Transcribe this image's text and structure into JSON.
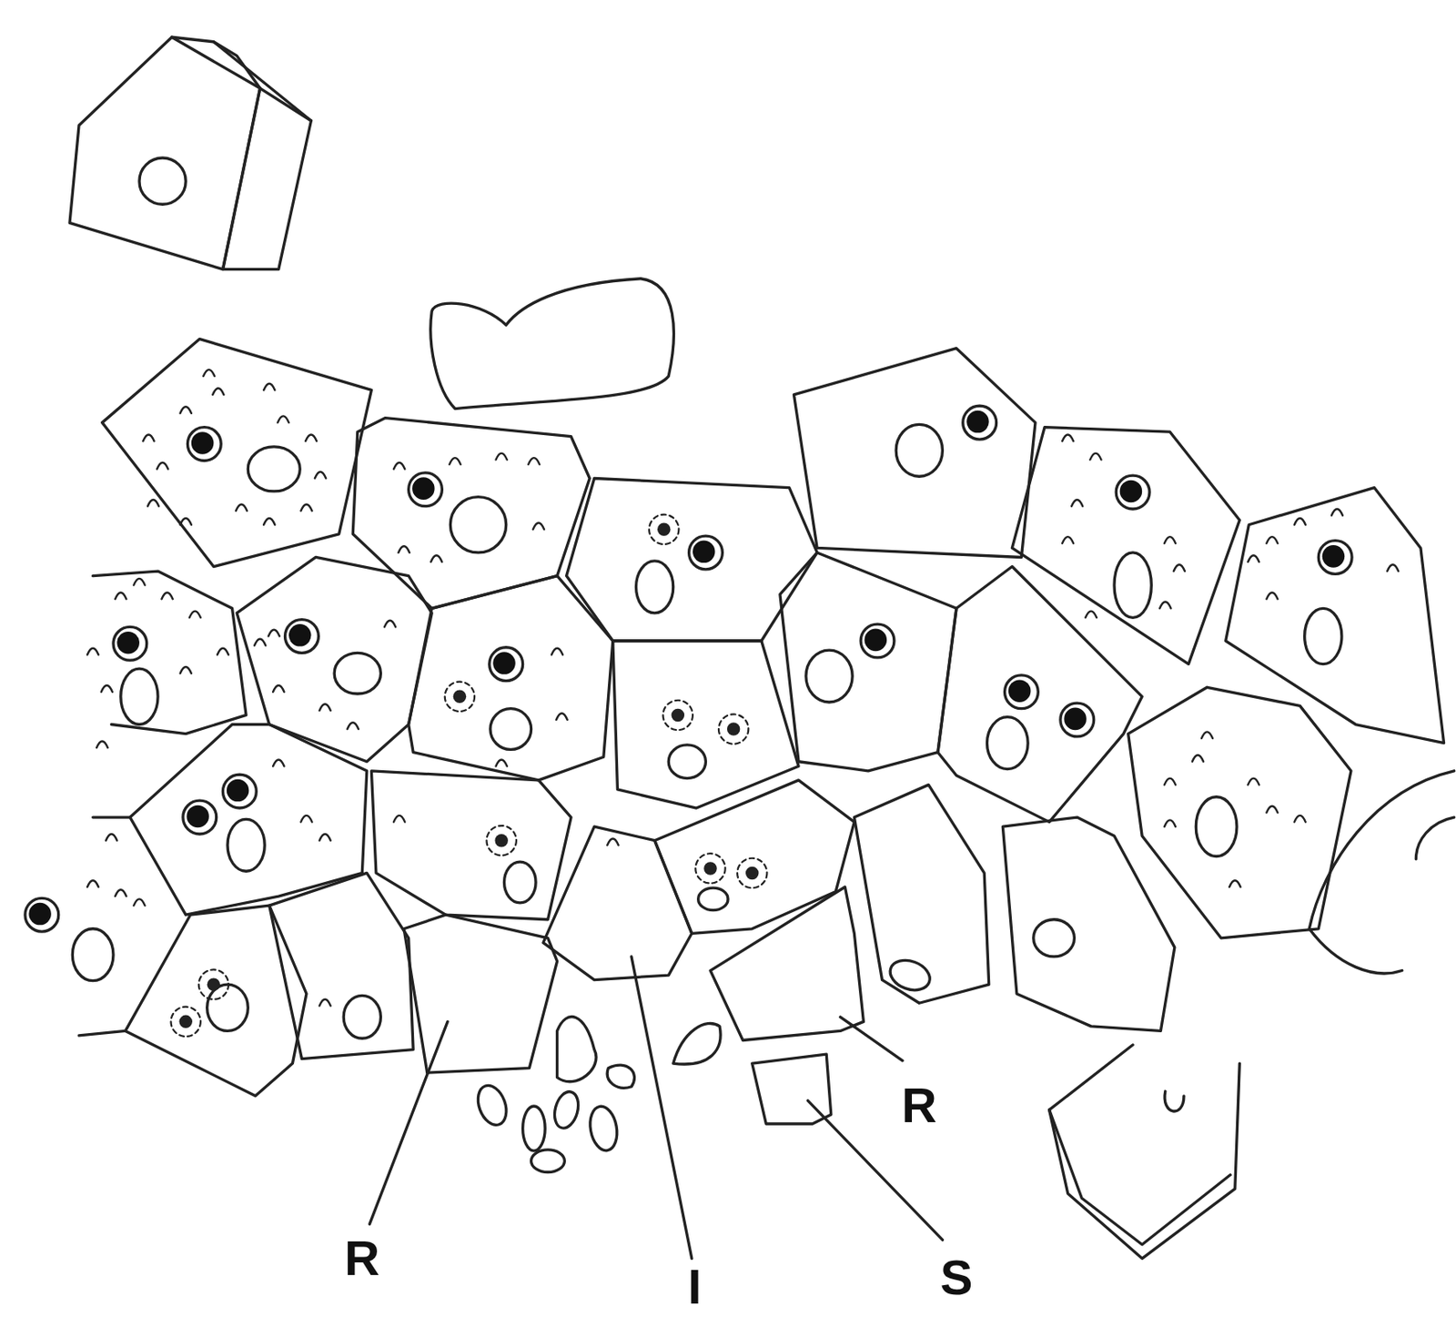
{
  "diagram": {
    "labels": [
      "R",
      "R",
      "I",
      "S"
    ]
  }
}
